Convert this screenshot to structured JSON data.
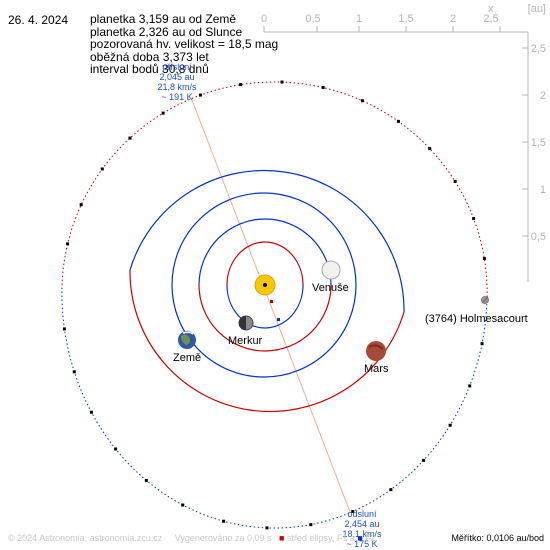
{
  "date": "26. 4. 2024",
  "info_lines": [
    "planetka 3,159 au od Země",
    "planetka 2,326 au od Slunce",
    "pozorovaná hv. velikost = 18,5 mag",
    "oběžná doba 3,373 let",
    "interval bodů 30,8 dnů"
  ],
  "axis": {
    "x_label": "x",
    "unit": "[au]",
    "x_ticks": [
      "0",
      "0,5",
      "1",
      "1,5",
      "2",
      "2,5"
    ],
    "y_ticks": [
      "2,5",
      "2",
      "1,5",
      "1",
      "0,5"
    ]
  },
  "bodies": {
    "venus": "Venuše",
    "mercury": "Merkur",
    "earth": "Země",
    "mars": "Mars",
    "asteroid": "(3764) Holmesacourt"
  },
  "perihelion": {
    "title": "přísluní",
    "distance": "2,045 au",
    "speed": "21,8 km/s",
    "temp": "~ 191 K"
  },
  "aphelion": {
    "title": "odsluní",
    "distance": "2,454 au",
    "speed": "18,1 km/s",
    "temp": "~ 175 K"
  },
  "footer": {
    "copyright": "© 2024 Astronomia, astronomia.zcu.cz",
    "generated": "Vygenerováno za 0,09 s",
    "legend_center": "střed elipsy,",
    "legend_f1": "F1 a",
    "legend_f2": "F2"
  },
  "scale": "Měřítko: 0,0106 au/bod",
  "colors": {
    "orbit_planet": "#0033cc",
    "orbit_red": "#cc0000",
    "apsides_line": "#f0b090",
    "axis": "#b4b4b4",
    "perihelion_text": "#1f4fd0",
    "sun": "#f5c800"
  }
}
